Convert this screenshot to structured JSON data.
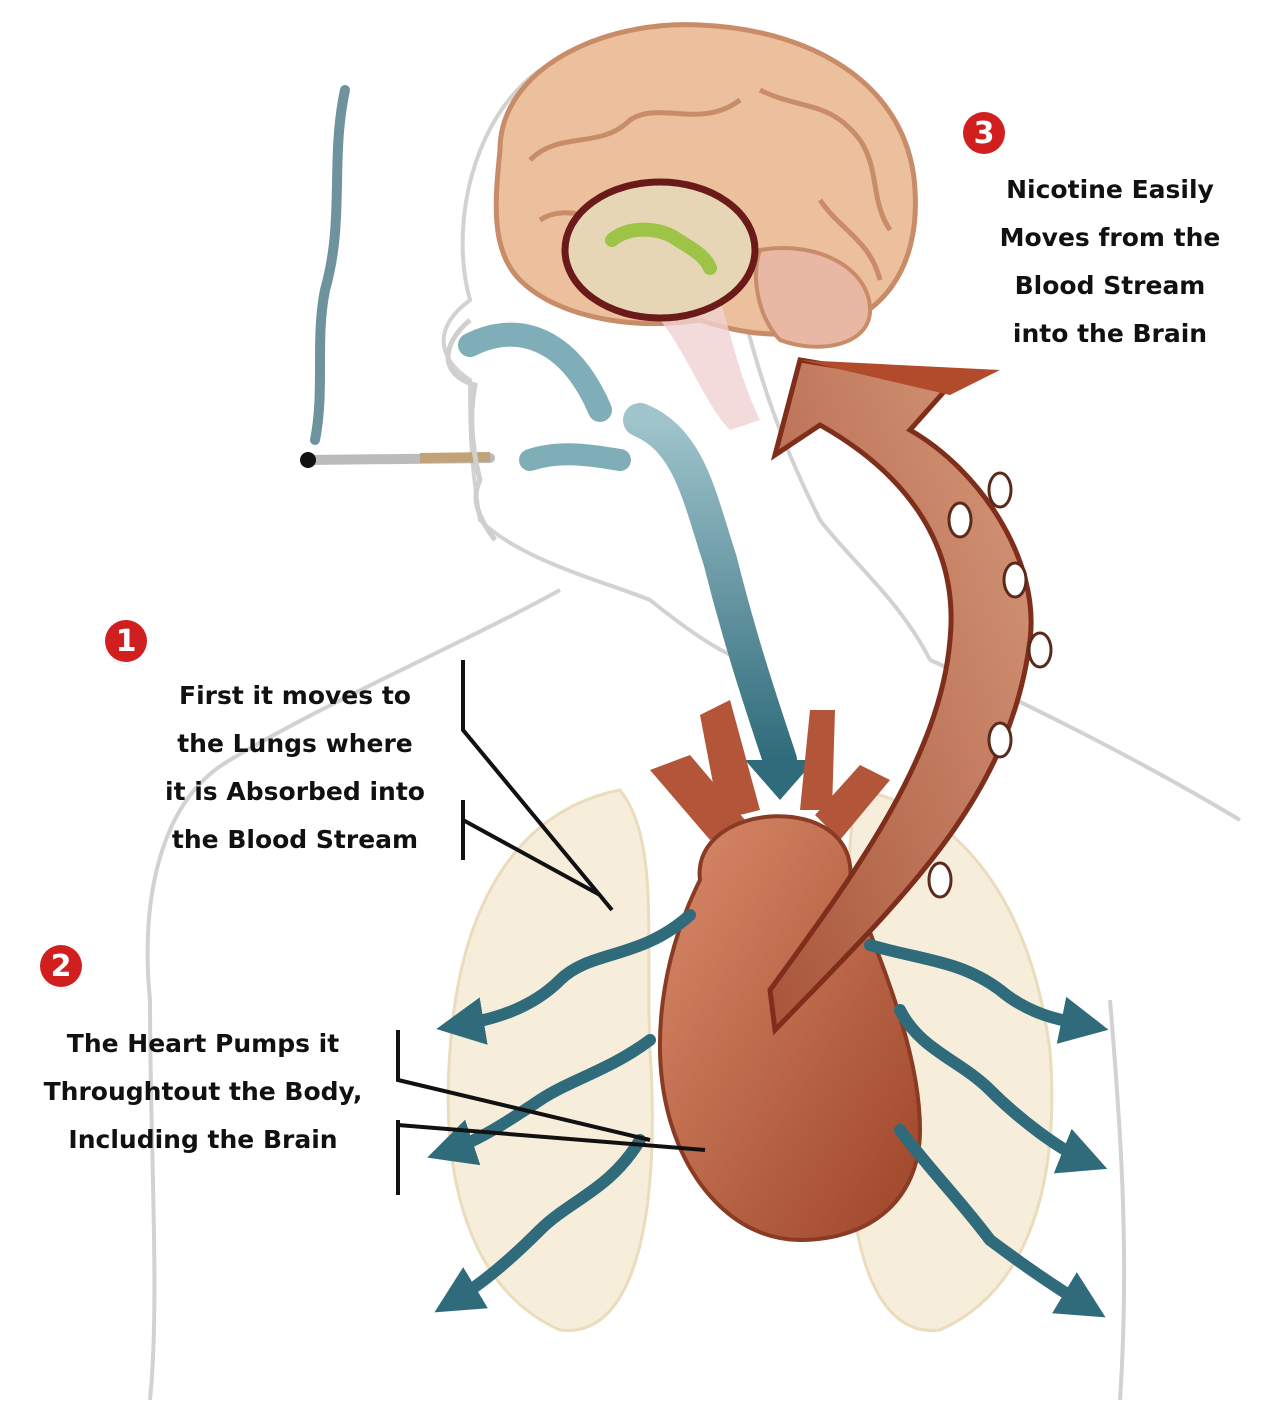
{
  "steps": [
    {
      "number": "1",
      "lines": [
        "First it moves to",
        "the Lungs where",
        "it is Absorbed into",
        "the Blood Stream"
      ]
    },
    {
      "number": "2",
      "lines": [
        "The Heart Pumps it",
        "Throughtout the Body,",
        "Including the Brain"
      ]
    },
    {
      "number": "3",
      "lines": [
        "Nicotine Easily",
        "Moves from the",
        "Blood Stream",
        "into the Brain"
      ]
    }
  ],
  "colors": {
    "badge": "#d11f1f",
    "airflow": "#2f6b7a",
    "heart": "#b85a3a",
    "bloodstream": "#b4603f",
    "brain": "#e6b48f",
    "outline": "#cfcfcf"
  }
}
